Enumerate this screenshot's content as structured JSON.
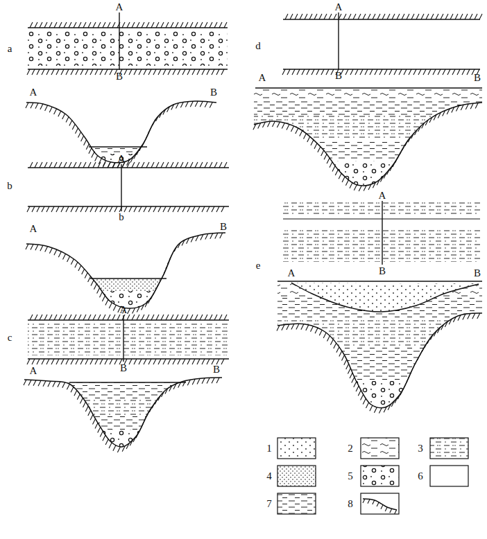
{
  "diagram": {
    "labels": [
      "a",
      "A",
      "B",
      "A",
      "B",
      "b",
      "A",
      "b",
      "A",
      "B",
      "c",
      "A",
      "B",
      "A",
      "B",
      "d",
      "A",
      "B",
      "A",
      "B",
      "e",
      "A",
      "B",
      "A",
      "B"
    ],
    "legend": [
      {
        "text": "1"
      },
      {
        "text": "2"
      },
      {
        "text": "3"
      },
      {
        "text": "4"
      },
      {
        "text": "5"
      },
      {
        "text": "6"
      },
      {
        "text": "7"
      },
      {
        "text": "8"
      }
    ]
  }
}
